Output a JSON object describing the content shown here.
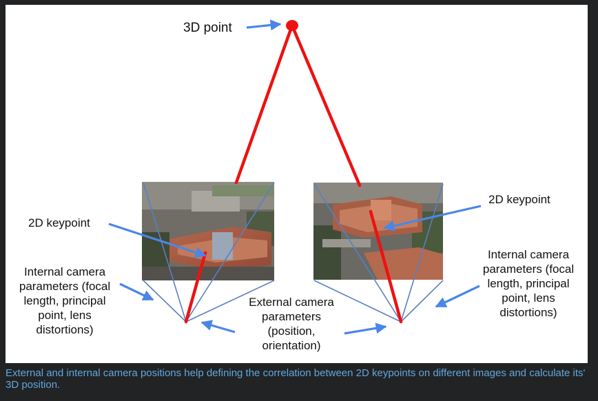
{
  "diagram": {
    "label_3d_point": "3D point",
    "label_2d_keypoint_left": "2D keypoint",
    "label_2d_keypoint_right": "2D keypoint",
    "label_internal_left": [
      "Internal camera",
      "parameters (focal",
      "length, principal",
      "point, lens",
      "distortions)"
    ],
    "label_internal_right": [
      "Internal camera",
      "parameters (focal",
      "length, principal",
      "point, lens",
      "distortions)"
    ],
    "label_external": [
      "External camera",
      "parameters",
      "(position,",
      "orientation)"
    ],
    "colors": {
      "ray": "#ee1111",
      "arrow": "#4a86e8",
      "frustum": "#5a7fc0"
    }
  },
  "caption": "External and internal camera positions help defining the correlation between 2D keypoints on different images and calculate its' 3D position."
}
